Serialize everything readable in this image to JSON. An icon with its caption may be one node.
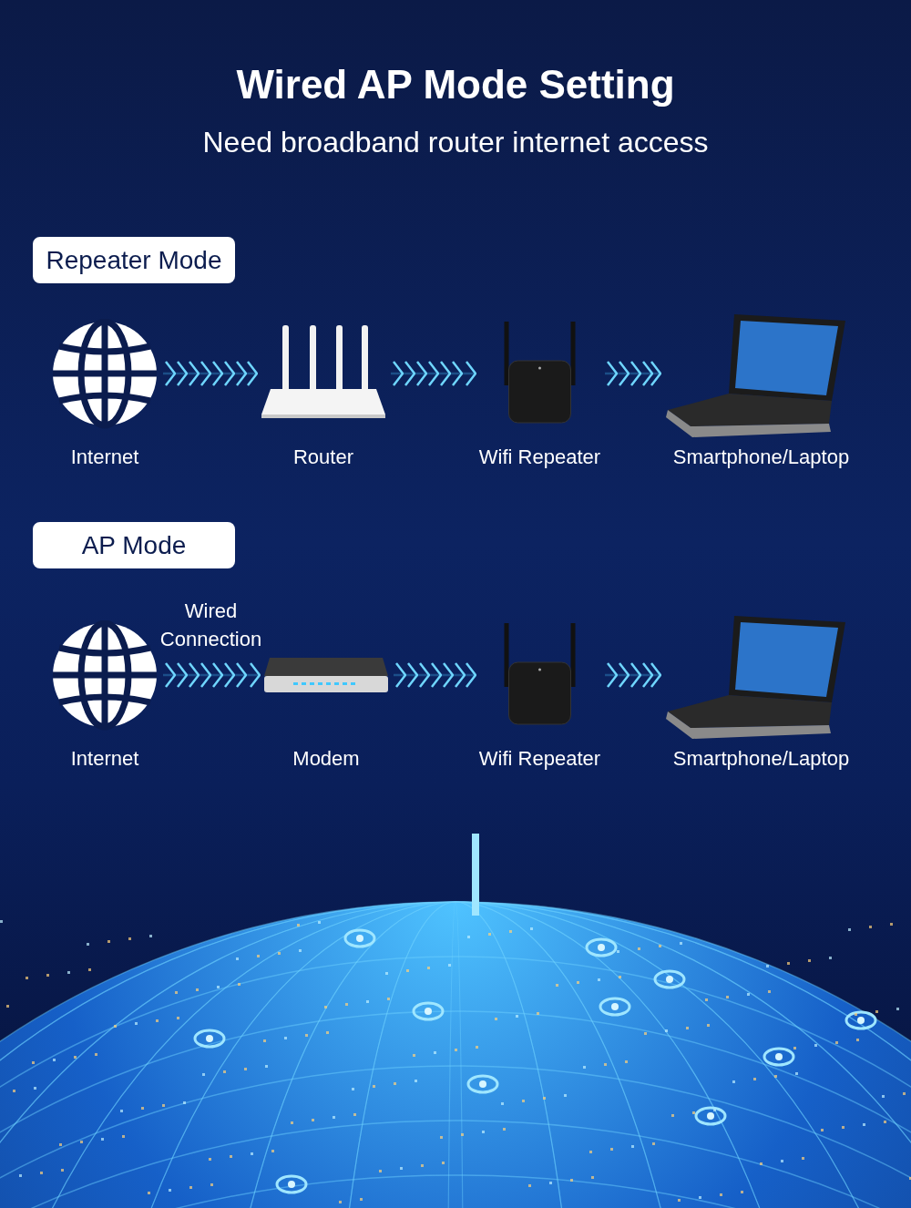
{
  "diagram": {
    "title": "Wired AP Mode Setting",
    "caption": "Need broadband router internet access",
    "nodes": [
      {
        "text": [
          "Repeater Mode"
        ]
      },
      {
        "text": [
          "Internet"
        ]
      },
      {
        "text": [
          "Router"
        ]
      },
      {
        "text": [
          "Wifi Repeater"
        ]
      },
      {
        "text": [
          "Smartphone/Laptop"
        ]
      },
      {
        "text": [
          "AP Mode"
        ]
      },
      {
        "text": [
          "Internet"
        ]
      },
      {
        "text": [
          "Modem"
        ]
      },
      {
        "text": [
          "Wifi Repeater"
        ]
      },
      {
        "text": [
          "Smartphone/Laptop"
        ]
      }
    ],
    "edges": [
      {
        "from": 1,
        "to": 2,
        "arrow": "to"
      },
      {
        "from": 2,
        "to": 3,
        "arrow": "to"
      },
      {
        "from": 3,
        "to": 4,
        "arrow": "to"
      },
      {
        "from": 6,
        "to": 7,
        "arrow": "to",
        "label": "Wired Connection"
      },
      {
        "from": 7,
        "to": 8,
        "arrow": "to"
      },
      {
        "from": 8,
        "to": 9,
        "arrow": "to"
      }
    ]
  }
}
